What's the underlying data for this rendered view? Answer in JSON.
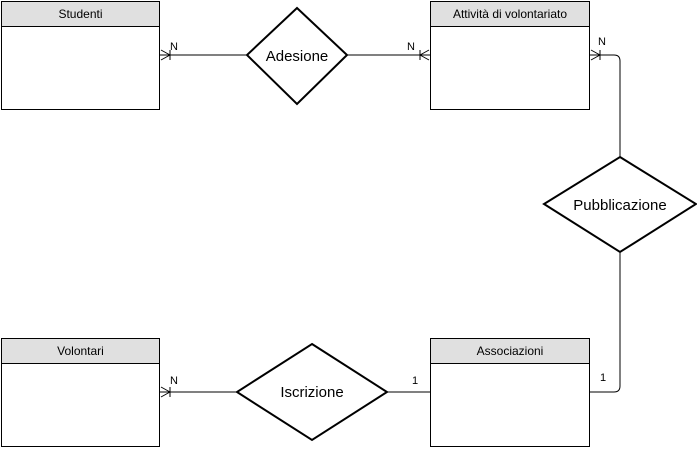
{
  "entities": {
    "studenti": "Studenti",
    "attivita": "Attività di volontariato",
    "volontari": "Volontari",
    "associazioni": "Associazioni"
  },
  "relationships": {
    "adesione": "Adesione",
    "pubblicazione": "Pubblicazione",
    "iscrizione": "Iscrizione"
  },
  "cardinalities": {
    "studenti_adesione": "N",
    "attivita_adesione": "N",
    "attivita_pubblicazione": "N",
    "associazioni_pubblicazione": "1",
    "volontari_iscrizione": "N",
    "associazioni_iscrizione": "1"
  }
}
